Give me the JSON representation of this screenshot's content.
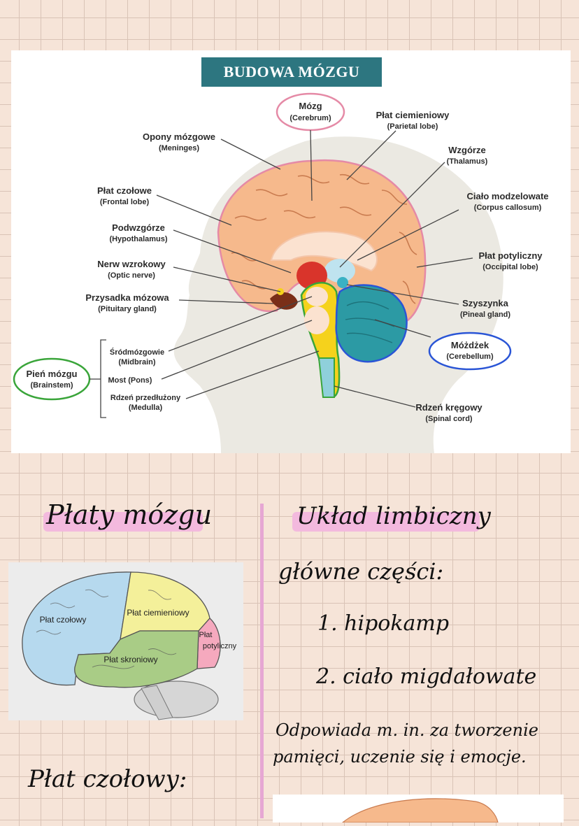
{
  "diagram": {
    "title": "BUDOWA MÓZGU",
    "labels": {
      "meninges": {
        "pl": "Opony mózgowe",
        "en": "(Meninges)"
      },
      "frontal": {
        "pl": "Płat czołowe",
        "en": "(Frontal lobe)"
      },
      "hypothalamus": {
        "pl": "Podwzgórze",
        "en": "(Hypothalamus)"
      },
      "optic": {
        "pl": "Nerw wzrokowy",
        "en": "(Optic nerve)"
      },
      "pituitary": {
        "pl": "Przysadka mózowa",
        "en": "(Pituitary gland)"
      },
      "cerebrum": {
        "pl": "Mózg",
        "en": "(Cerebrum)"
      },
      "parietal": {
        "pl": "Płat ciemieniowy",
        "en": "(Parietal lobe)"
      },
      "thalamus": {
        "pl": "Wzgórze",
        "en": "(Thalamus)"
      },
      "corpus": {
        "pl": "Ciało modzelowate",
        "en": "(Corpus callosum)"
      },
      "occipital": {
        "pl": "Płat potyliczny",
        "en": "(Occipital lobe)"
      },
      "pineal": {
        "pl": "Szyszynka",
        "en": "(Pineal gland)"
      },
      "cerebellum": {
        "pl": "Móżdżek",
        "en": "(Cerebellum)"
      },
      "spinal": {
        "pl": "Rdzeń kręgowy",
        "en": "(Spinal cord)"
      },
      "brainstem": {
        "pl": "Pień mózgu",
        "en": "(Brainstem)"
      },
      "midbrain": {
        "pl": "Śródmózgowie",
        "en": "(Midbrain)"
      },
      "pons": {
        "pl": "Most (Pons)"
      },
      "medulla": {
        "pl": "Rdzeń przedłużony",
        "en": "(Medulla)"
      }
    }
  },
  "notes": {
    "left_heading": "Płaty mózgu",
    "right_heading": "Układ limbiczny",
    "main_parts": "główne części:",
    "item1": "1. hipokamp",
    "item2": "2. ciało migdałowate",
    "desc_line1": "Odpowiada m. in. za tworzenie",
    "desc_line2": "pamięci, uczenie się i emocje.",
    "frontal_heading": "Płat czołowy:"
  },
  "lobes_figure": {
    "frontal": "Płat czołowy",
    "parietal": "Płat ciemieniowy",
    "occipital_1": "Płat",
    "occipital_2": "potyliczny",
    "temporal": "Płat skroniowy"
  },
  "colors": {
    "title_bg": "#2d7680",
    "highlight": "#f3b9de",
    "cerebrum_circle": "#e58aa6",
    "brainstem_circle": "#3aa53a",
    "cerebellum_circle": "#2a55d6",
    "divider": "#e6a7d3"
  }
}
